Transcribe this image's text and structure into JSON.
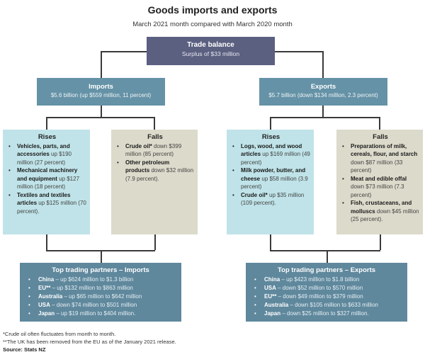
{
  "title": "Goods imports and exports",
  "subtitle": "March 2021 month compared with March 2020 month",
  "trade_balance": {
    "heading": "Trade balance",
    "value": "Surplus of $33 million"
  },
  "imports": {
    "heading": "Imports",
    "value": "$5.6 billion (up $559 million, 11 percent)",
    "rises": {
      "heading": "Rises",
      "items": [
        {
          "bold": "Vehicles, parts, and accessories",
          "text": " up $190 million (27 percent)"
        },
        {
          "bold": "Mechanical machinery and equipment",
          "text": " up $127 million (18 percent)"
        },
        {
          "bold": "Textiles and textiles articles",
          "text": " up $125 million (70 percent)."
        }
      ]
    },
    "falls": {
      "heading": "Falls",
      "items": [
        {
          "bold": "Crude oil*",
          "text": " down $399 million (85 percent)"
        },
        {
          "bold": "Other petroleum products",
          "text": " down $32 million (7.9 percent)."
        }
      ]
    },
    "partners": {
      "heading": "Top trading partners – Imports",
      "items": [
        {
          "bold": "China",
          "text": " – up $624 million to $1.3 billion"
        },
        {
          "bold": "EU**",
          "text": " – up $132 million to $863 million"
        },
        {
          "bold": "Australia",
          "text": " – up $65 million to $642 million"
        },
        {
          "bold": "USA",
          "text": " – down $74 million to $501 million"
        },
        {
          "bold": "Japan",
          "text": " – up $19 million to $404 million."
        }
      ]
    }
  },
  "exports": {
    "heading": "Exports",
    "value": "$5.7 billion (down $134 million, 2.3 percent)",
    "rises": {
      "heading": "Rises",
      "items": [
        {
          "bold": "Logs, wood, and wood articles",
          "text": " up $169 million (49 percent)"
        },
        {
          "bold": "Milk powder, butter, and cheese",
          "text": " up $58 million (3.9 percent)"
        },
        {
          "bold": "Crude oil*",
          "text": " up $35 million (109 percent)."
        }
      ]
    },
    "falls": {
      "heading": "Falls",
      "items": [
        {
          "bold": "Preparations of milk, cereals, flour, and starch",
          "text": " down $87 million (33 percent)"
        },
        {
          "bold": "Meat and edible offal",
          "text": " down $73 million (7.3 percent)"
        },
        {
          "bold": "Fish, crustaceans, and molluscs",
          "text": " down $45 million (25 percent)."
        }
      ]
    },
    "partners": {
      "heading": "Top trading partners – Exports",
      "items": [
        {
          "bold": "China",
          "text": " – up $423 million to $1.8 billion"
        },
        {
          "bold": "USA",
          "text": " – down $52 million to $570 million"
        },
        {
          "bold": "EU**",
          "text": " – down $49 million to $379 million"
        },
        {
          "bold": "Australia",
          "text": " – down $105 million to $633 million"
        },
        {
          "bold": "Japan",
          "text": " – down $25 million to $327 million."
        }
      ]
    }
  },
  "footnotes": [
    "*Crude oil often fluctuates from month to month.",
    "**The UK has been removed from the EU as of the January 2021 release."
  ],
  "source": "Source: Stats NZ",
  "colors": {
    "trade_balance": "#5b5f80",
    "imports_exports": "#6592a6",
    "rises": "#bfe3e8",
    "falls": "#dcdacb",
    "partners": "#5f889d"
  }
}
